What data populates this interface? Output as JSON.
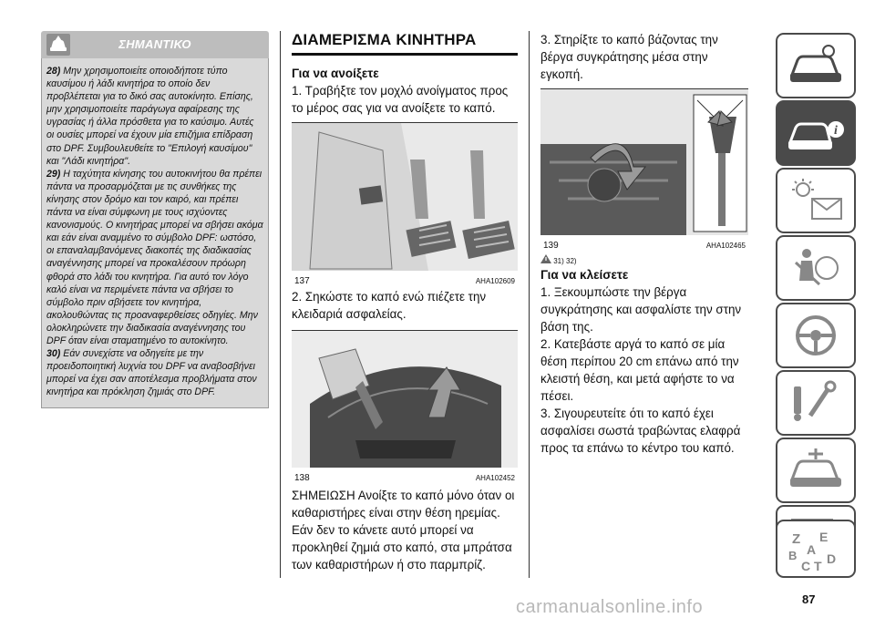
{
  "warning": {
    "title": "ΣΗΜΑΝΤΙΚΟ",
    "icon": "car-alert-icon",
    "notes": [
      {
        "num": "28)",
        "text": "Μην χρησιμοποιείτε οποιοδήποτε τύπο καυσίμου ή λάδι κινητήρα το οποίο δεν προβλέπεται για το δικό σας αυτοκίνητο. Επίσης, μην χρησιμοποιείτε παράγωγα αφαίρεσης της υγρασίας ή άλλα πρόσθετα για το καύσιμο. Αυτές οι ουσίες μπορεί να έχουν μία επιζήμια επίδραση στο DPF. Συμβουλευθείτε το \"Επιλογή καυσίμου\" και \"Λάδι κινητήρα\"."
      },
      {
        "num": "29)",
        "text": "Η ταχύτητα κίνησης του αυτοκινήτου θα πρέπει πάντα να προσαρμόζεται με τις συνθήκες της κίνησης στον δρόμο και τον καιρό, και πρέπει πάντα να είναι σύμφωνη με τους ισχύοντες κανονισμούς. Ο κινητήρας μπορεί να σβήσει ακόμα και εάν είναι αναμμένο το σύμβολο DPF: ωστόσο, οι επαναλαμβανόμενες διακοπές της διαδικασίας αναγέννησης μπορεί να προκαλέσουν πρόωρη φθορά στο λάδι του κινητήρα. Για αυτό τον λόγο καλό είναι να περιμένετε πάντα να σβήσει το σύμβολο πριν σβήσετε τον κινητήρα, ακολουθώντας τις προαναφερθείσες οδηγίες. Μην ολοκληρώνετε την διαδικασία αναγέννησης του DPF όταν είναι σταματημένο το αυτοκίνητο."
      },
      {
        "num": "30)",
        "text": "Εάν συνεχίστε να οδηγείτε με την προειδοποιητική λυχνία του DPF να αναβοσβήνει μπορεί να έχει σαν αποτέλεσμα προβλήματα στον κινητήρα και πρόκληση ζημιάς στο DPF."
      }
    ]
  },
  "section": {
    "title": "ΔΙΑΜΕΡΙΣΜΑ ΚΙΝΗΤΗΡΑ",
    "open_heading": "Για να ανοίξετε",
    "step1": "1. Τραβήξτε τον μοχλό ανοίγματος προς το μέρος σας για να ανοίξετε το καπό.",
    "fig137": {
      "num": "137",
      "code": "AHA102609"
    },
    "step2": "2. Σηκώστε το καπό ενώ πιέζετε την κλειδαριά ασφαλείας.",
    "fig138": {
      "num": "138",
      "code": "AHA102452"
    },
    "note": "ΣΗΜΕΙΩΣΗ Ανοίξτε το καπό μόνο όταν οι καθαριστήρες είναι στην θέση ηρεμίας. Εάν δεν το κάνετε αυτό μπορεί να προκληθεί ζημιά στο καπό, στα μπράτσα των καθαριστήρων ή στο παρμπρίζ.",
    "step3": "3. Στηρίξτε το καπό βάζοντας την βέργα συγκράτησης μέσα στην εγκοπή.",
    "fig139": {
      "num": "139",
      "code": "AHA102465"
    },
    "refs": "31)  32)",
    "close_heading": "Για να κλείσετε",
    "close_steps": [
      "1. Ξεκουμπώστε την βέργα συγκράτησης και ασφαλίστε την στην βάση της.",
      "2. Κατεβάστε αργά το καπό σε μία θέση περίπου 20 cm επάνω από την κλειστή θέση, και μετά αφήστε το να πέσει.",
      "3. Σιγουρευτείτε ότι το καπό έχει ασφαλίσει σωστά τραβώντας ελαφρά προς τα επάνω το κέντρο του καπό."
    ]
  },
  "side_tabs": [
    {
      "icon": "car-dashboard-icon",
      "active": false
    },
    {
      "icon": "car-info-icon",
      "active": true
    },
    {
      "icon": "warning-lights-message-icon",
      "active": false
    },
    {
      "icon": "safety-airbag-icon",
      "active": false
    },
    {
      "icon": "steering-wheel-icon",
      "active": false
    },
    {
      "icon": "tools-emergency-icon",
      "active": false
    },
    {
      "icon": "car-maintenance-icon",
      "active": false
    },
    {
      "icon": "specs-list-icon",
      "active": false
    },
    {
      "icon": "alphabet-index-icon",
      "active": false
    }
  ],
  "page_number": "87",
  "watermark": "carmanualsonline.info",
  "colors": {
    "tab_border": "#4a4a4a",
    "warning_bg": "#d9d9d9",
    "warning_head": "#bdbdbd"
  }
}
